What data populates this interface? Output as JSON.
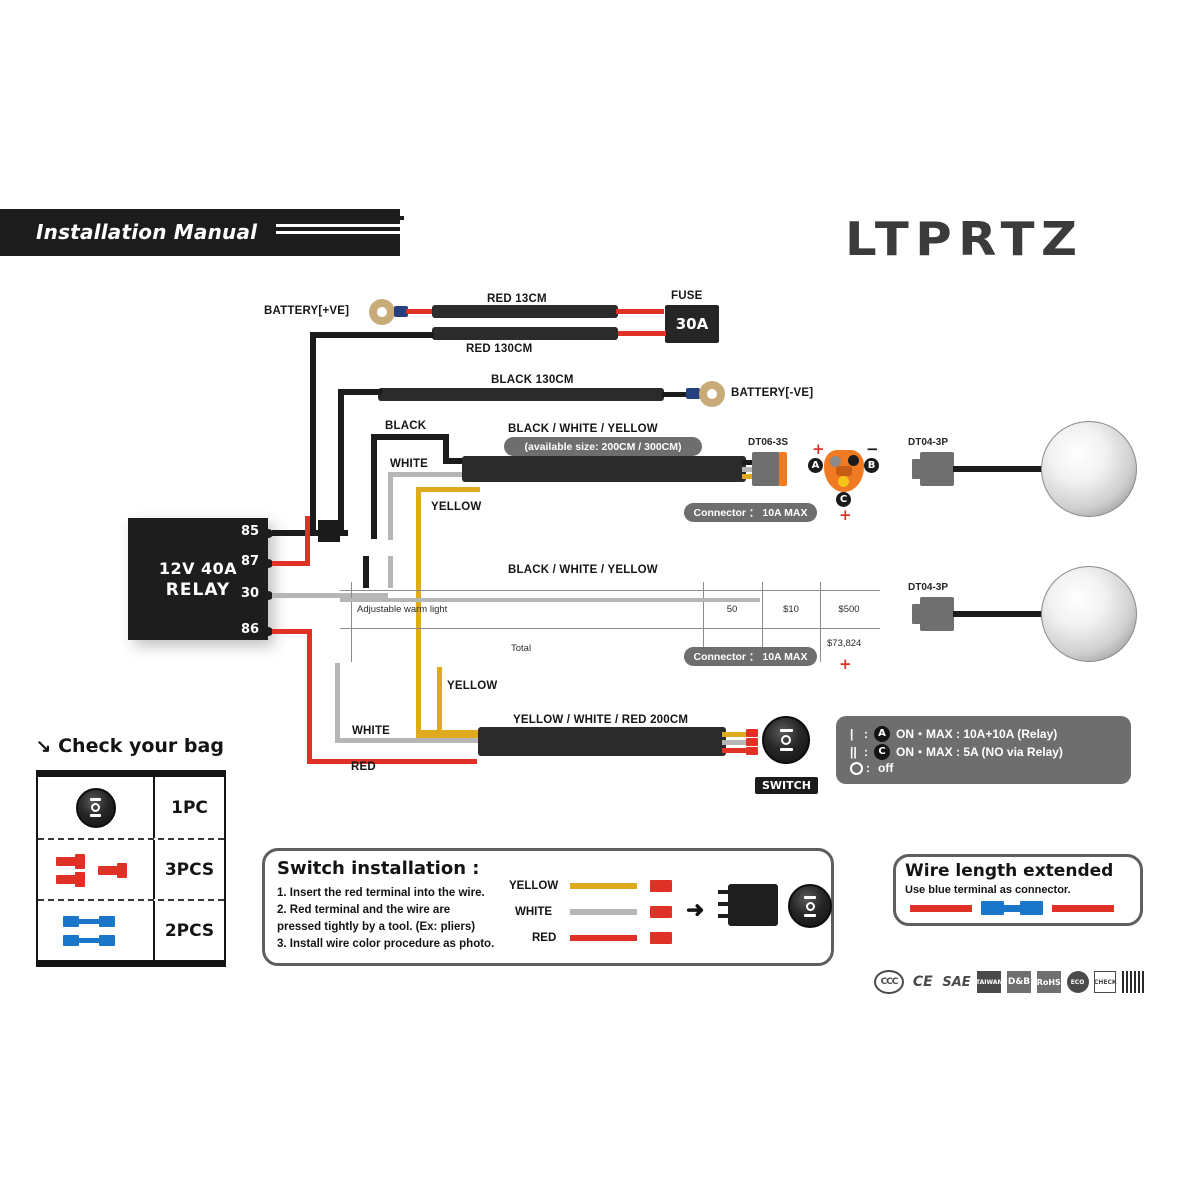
{
  "header": {
    "title": "Installation Manual",
    "brand": "LTPRTZ"
  },
  "power": {
    "battery_pos": "BATTERY[+VE]",
    "battery_neg": "BATTERY[-VE]",
    "red_short": "RED 13CM",
    "red_long": "RED 130CM",
    "black_long": "BLACK 130CM",
    "fuse_label": "FUSE",
    "fuse_rating": "30A"
  },
  "relay": {
    "line1": "12V 40A",
    "line2": "RELAY",
    "pins": [
      "85",
      "87",
      "30",
      "86"
    ]
  },
  "harness_top": {
    "black": "BLACK",
    "white": "WHITE",
    "yellow": "YELLOW",
    "cable_label": "BLACK / WHITE / YELLOW",
    "size_note": "(available size: 200CM / 300CM)",
    "connector_note": "Connector ： 10A MAX",
    "dt06": "DT06-3S",
    "dt04": "DT04-3P",
    "pin_a": "A",
    "pin_b": "B",
    "pin_c": "C",
    "sign_plus": "+",
    "sign_minus": "−"
  },
  "harness_mid": {
    "cable_label": "BLACK / WHITE / YELLOW",
    "connector_note": "Connector ： 10A MAX",
    "dt04": "DT04-3P",
    "sign_plus": "+"
  },
  "overlay_table": {
    "row_label": "Adjustable warm light",
    "total_label": "Total",
    "cells": [
      "50",
      "$10",
      "$500"
    ],
    "total_value": "$73,824"
  },
  "harness_switch": {
    "white": "WHITE",
    "red": "RED",
    "yellow": "YELLOW",
    "cable_label": "YELLOW / WHITE / RED 200CM",
    "switch_tag": "SWITCH"
  },
  "switch_legend": {
    "rows": [
      {
        "mark": "|",
        "badge": "A",
        "text": "ON・MAX : 10A+10A (Relay)"
      },
      {
        "mark": "||",
        "badge": "C",
        "text": "ON・MAX : 5A (NO via Relay)"
      }
    ],
    "off_label": "off",
    "colon": ":"
  },
  "check_bag": {
    "title": "Check your bag",
    "arrow": "↘",
    "items": [
      {
        "icon": "rocker-switch-icon",
        "qty": "1PC"
      },
      {
        "icon": "red-spade-terminal-icon",
        "qty": "3PCS"
      },
      {
        "icon": "blue-butt-connector-icon",
        "qty": "2PCS"
      }
    ]
  },
  "switch_install": {
    "title": "Switch installation :",
    "steps": [
      "1. Insert the red terminal into the wire.",
      "2. Red terminal and the wire are",
      "    pressed tightly by a tool. (Ex: pliers)",
      "3. Install wire color procedure as photo."
    ],
    "wires": [
      "YELLOW",
      "WHITE",
      "RED"
    ],
    "arrow": "➜"
  },
  "wire_extend": {
    "title": "Wire length extended",
    "subtitle": "Use blue terminal as connector."
  },
  "certs": [
    "CCC",
    "CE",
    "SAE",
    "TAIWAN",
    "D&B",
    "RoHS",
    "ECO",
    "CHECK",
    "QR"
  ],
  "colors": {
    "red": "#e03127",
    "yellow": "#e0aa1e",
    "white_wire": "#b6b6b6",
    "black_wire": "#1b1b1b",
    "orange": "#f07a22",
    "grey_panel": "#6e6e6e",
    "blue": "#1976c8"
  }
}
